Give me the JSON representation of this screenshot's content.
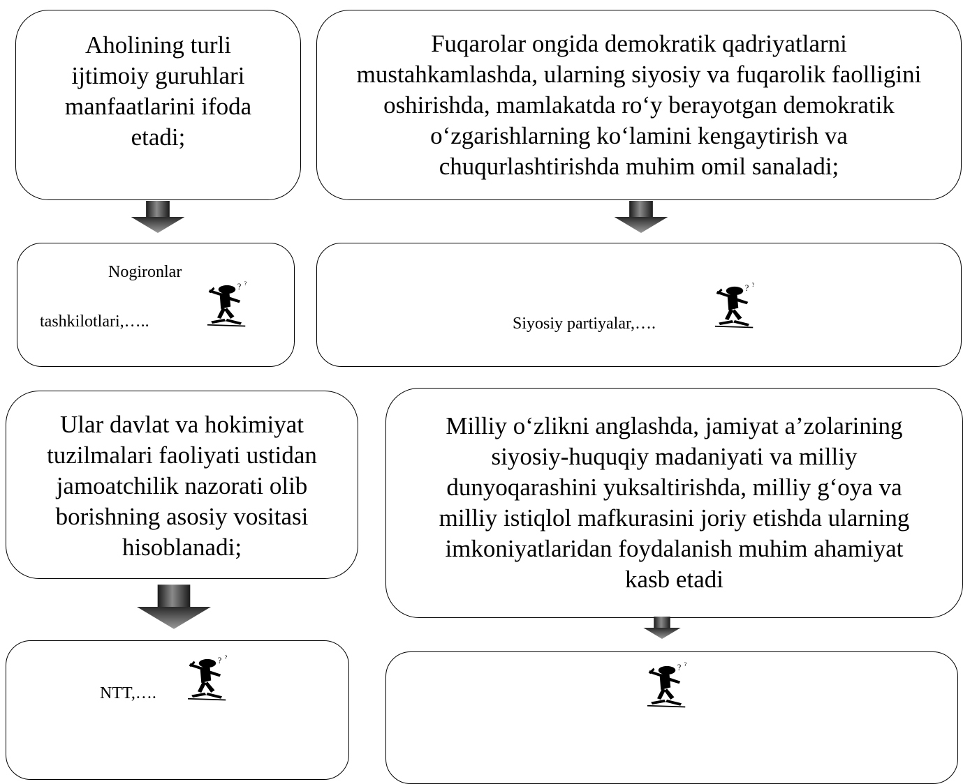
{
  "top_left": {
    "statement_lines": [
      "Aholining turli",
      "ijtimoiy guruhlari",
      "manfaatlarini ifoda",
      "etadi;"
    ],
    "example_line1": "Nogironlar",
    "example_line2": "tashkilotlari,…..",
    "example_icon": "thinking-man-icon"
  },
  "top_right": {
    "statement_lines": [
      "Fuqarolar ongida demokratik qadriyatlarni",
      "mustahkamlashda, ularning siyosiy va fuqarolik faolligini",
      "oshirishda, mamlakatda ro‘y berayotgan demokratik",
      "o‘zgarishlarning ko‘lamini kengaytirish va",
      "chuqurlashtirishda muhim omil sanaladi;"
    ],
    "example_text": "Siyosiy partiyalar,….",
    "example_icon": "thinking-man-icon"
  },
  "bottom_left": {
    "statement_lines": [
      "Ular davlat va hokimiyat",
      "tuzilmalari faoliyati ustidan",
      "jamoatchilik nazorati olib",
      "borishning asosiy vositasi",
      "hisoblanadi;"
    ],
    "example_text": "NTT,….",
    "example_icon": "thinking-man-icon"
  },
  "bottom_right": {
    "statement_lines": [
      "Milliy o‘zlikni anglashda, jamiyat a’zolarining",
      "siyosiy-huquqiy madaniyati va milliy",
      "dunyoqarashini yuksaltirishda, milliy g‘oya va",
      "milliy istiqlol mafkurasini joriy etishda ularning",
      "imkoniyatlaridan foydalanish muhim ahamiyat",
      "kasb etadi"
    ],
    "example_text": "",
    "example_icon": "thinking-man-icon"
  },
  "colors": {
    "border": "#000000",
    "arrow_light": "#8c8c8c",
    "arrow_dark": "#1f1f1f"
  }
}
